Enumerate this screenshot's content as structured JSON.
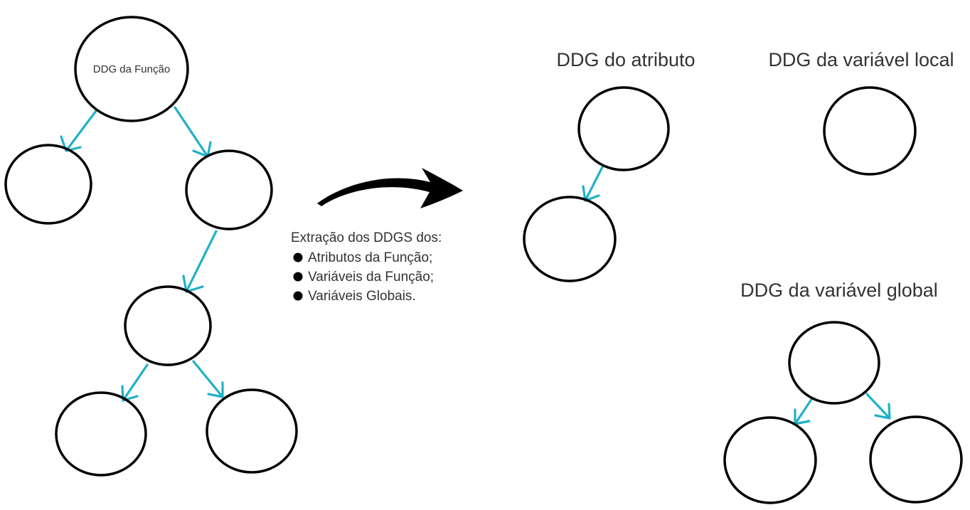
{
  "function_tree": {
    "root_label": "DDG da Função"
  },
  "transform": {
    "caption": "Extração dos DDGS dos:",
    "items": [
      "Atributos da Função;",
      "Variáveis da Função;",
      "Variáveis Globais."
    ]
  },
  "outputs": {
    "attribute_title": "DDG do atributo",
    "local_title": "DDG da variável local",
    "global_title": "DDG da variável global"
  },
  "colors": {
    "edge": "#1fb1c7",
    "node_stroke": "#000000",
    "text": "#333333"
  }
}
